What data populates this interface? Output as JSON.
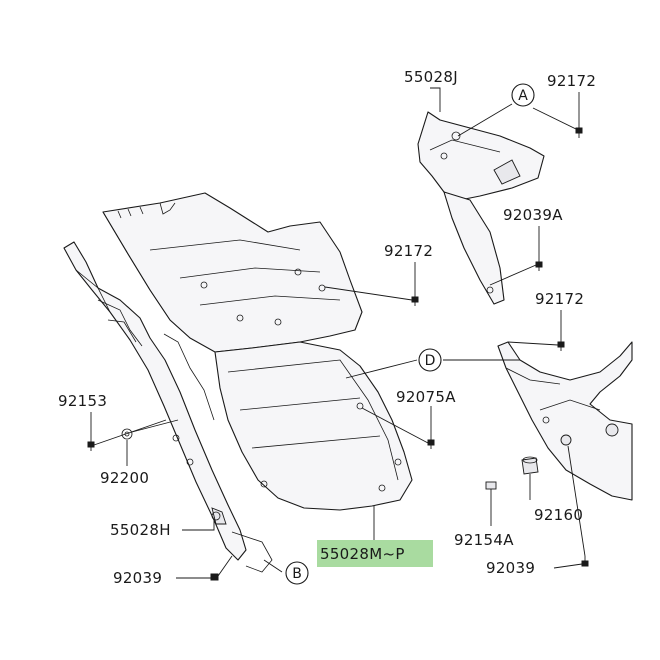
{
  "part_callouts": {
    "p55028J": "55028J",
    "p92172_top": "92172",
    "p92039A": "92039A",
    "p92172_mid": "92172",
    "p92172_right": "92172",
    "p92153": "92153",
    "p92200": "92200",
    "p92075A": "92075A",
    "p55028H": "55028H",
    "p92039_left": "92039",
    "p55028MP": "55028M~P",
    "p92160": "92160",
    "p92154A": "92154A",
    "p92039_right": "92039"
  },
  "reference_markers": {
    "A": "A",
    "B": "B",
    "D": "D"
  },
  "colors": {
    "highlight": "#a9dba0",
    "line": "#1a1a1a",
    "panel_fill": "#f6f6f8"
  }
}
